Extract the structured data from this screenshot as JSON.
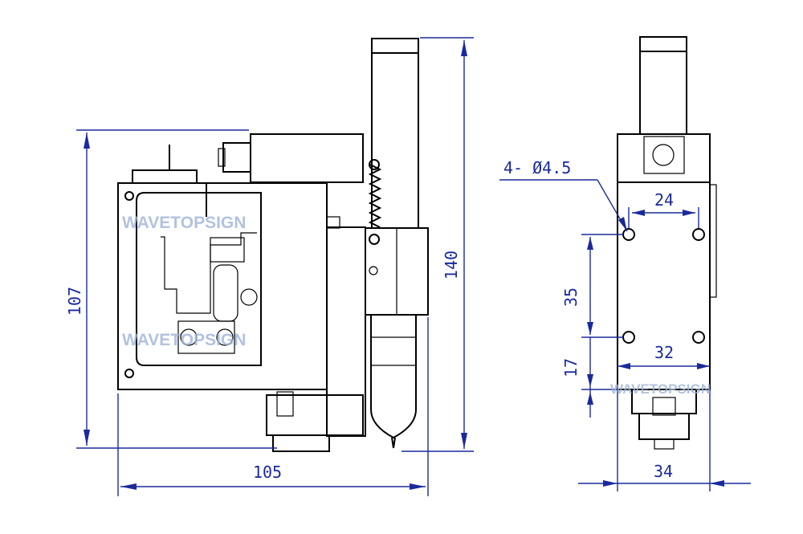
{
  "watermark": "WAVETOPSIGN",
  "dimensions": {
    "front_height": "107",
    "front_total_height": "140",
    "front_width": "105",
    "hole_callout": "4- Ø4.5",
    "hole_spacing_horizontal": "24",
    "hole_spacing_vertical": "35",
    "hole_offset_bottom": "17",
    "hole_spacing_lower": "32",
    "side_width": "34"
  },
  "colors": {
    "outline": "#000000",
    "dimension": "#1a2a9c",
    "watermark": "#9fb4d8"
  }
}
